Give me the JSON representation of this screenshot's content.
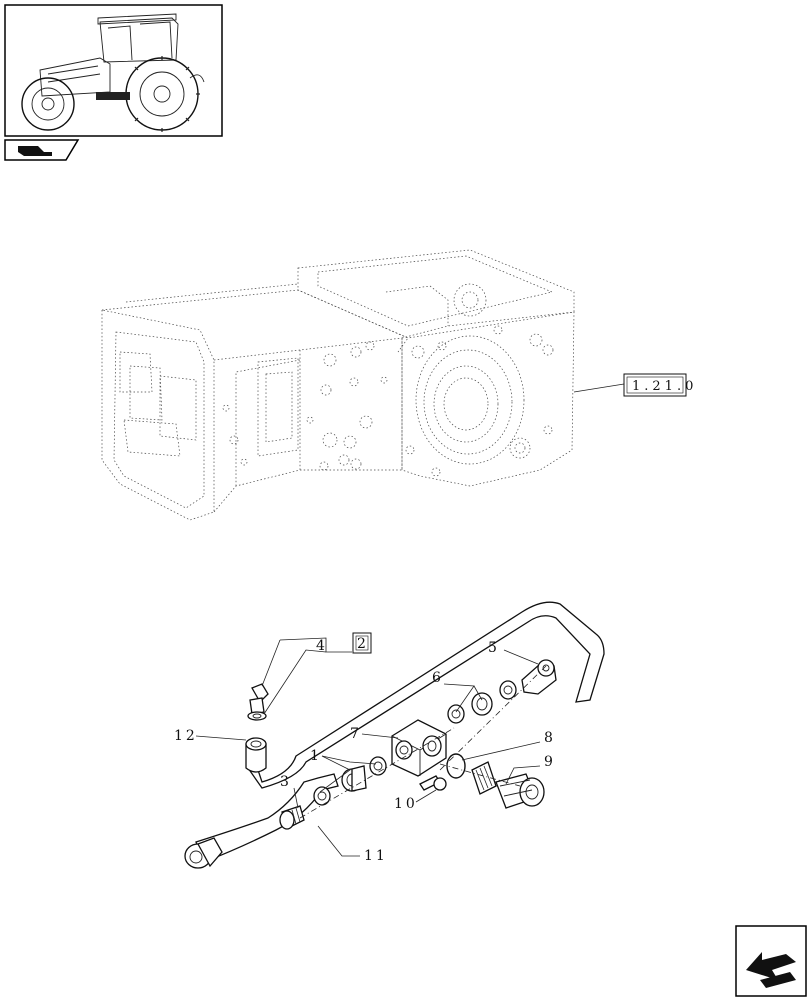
{
  "reference_box_main": "1.21.0",
  "reference_box_small": "2",
  "callouts": {
    "c1": "1",
    "c3": "3",
    "c4": "4",
    "c5": "5",
    "c6": "6",
    "c7": "7",
    "c8": "8",
    "c9": "9",
    "c10": "10",
    "c11": "11",
    "c12": "12"
  },
  "icons": {
    "thumbnail": "tractor-thumbnail",
    "section": "section-tab-icon",
    "nav": "next-page-arrow-icon"
  }
}
